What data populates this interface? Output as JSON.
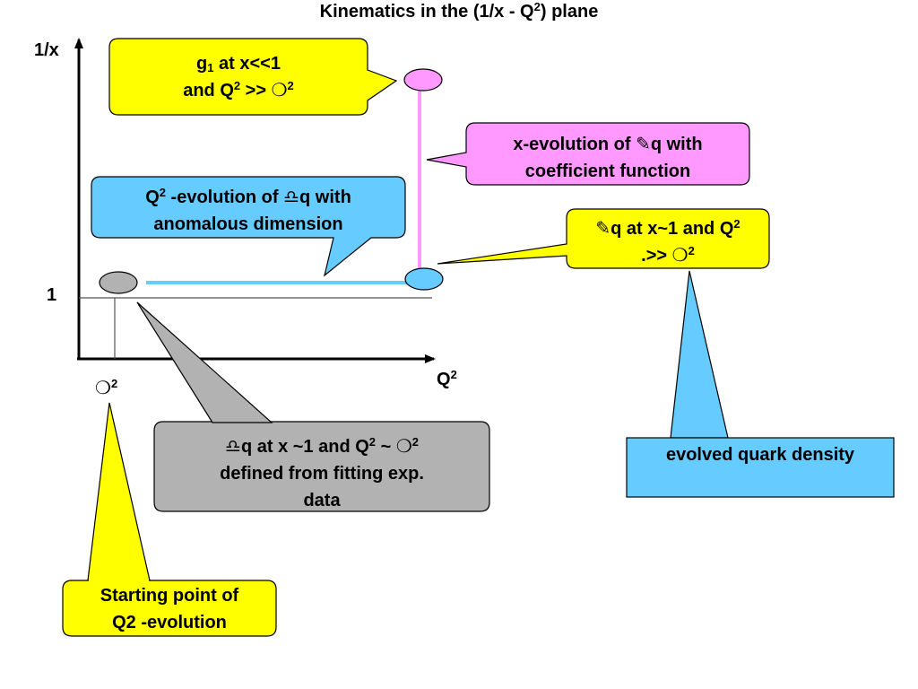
{
  "title": {
    "prefix": "Kinematics in the  (1/x - Q",
    "sup": "2",
    "suffix": ") plane"
  },
  "axes": {
    "y_label": "1/x",
    "x_label_base": "Q",
    "x_label_sup": "2",
    "y_tick_label": "1",
    "x_tick_glyph": "❍",
    "x_tick_sup": "2"
  },
  "callouts": {
    "g1": {
      "line1_base": "g",
      "line1_sub": "1",
      "line1_rest": " at x<<1",
      "line2_a": "and Q",
      "line2_sup1": "2",
      "line2_b": " >> ",
      "line2_glyph": "❍",
      "line2_sup2": "2"
    },
    "x_evolution": {
      "line1_a": "x-evolution of ",
      "line1_glyph": "✎",
      "line1_b": "q with",
      "line2": "coefficient function"
    },
    "q2_evolution": {
      "line1_a": "Q",
      "line1_sup": "2",
      "line1_b": " -evolution of ",
      "line1_glyph": "♎",
      "line1_c": "q with",
      "line2": "anomalous dimension"
    },
    "quark_x1": {
      "line1_glyph": "✎",
      "line1_a": "q at x~1 and Q",
      "line1_sup": "2",
      "line2_a": ".>> ",
      "line2_glyph": "❍",
      "line2_sup": "2"
    },
    "fitting": {
      "line1_glyph": "♎",
      "line1_a": "q at x ~1 and Q",
      "line1_sup1": "2",
      "line1_b": " ~ ",
      "line1_glyph2": "❍",
      "line1_sup2": "2",
      "line2": "defined from fitting exp.",
      "line3": "data"
    },
    "evolved": {
      "line1": "evolved quark density"
    },
    "starting": {
      "line1": "Starting point of",
      "line2": "Q2 -evolution"
    }
  },
  "colors": {
    "yellow": "#ffff00",
    "pink": "#ff99ff",
    "light_blue": "#66ccff",
    "gray": "#b2b2b2",
    "pink_line": "#ff99ff",
    "blue_line": "#66ccff"
  }
}
